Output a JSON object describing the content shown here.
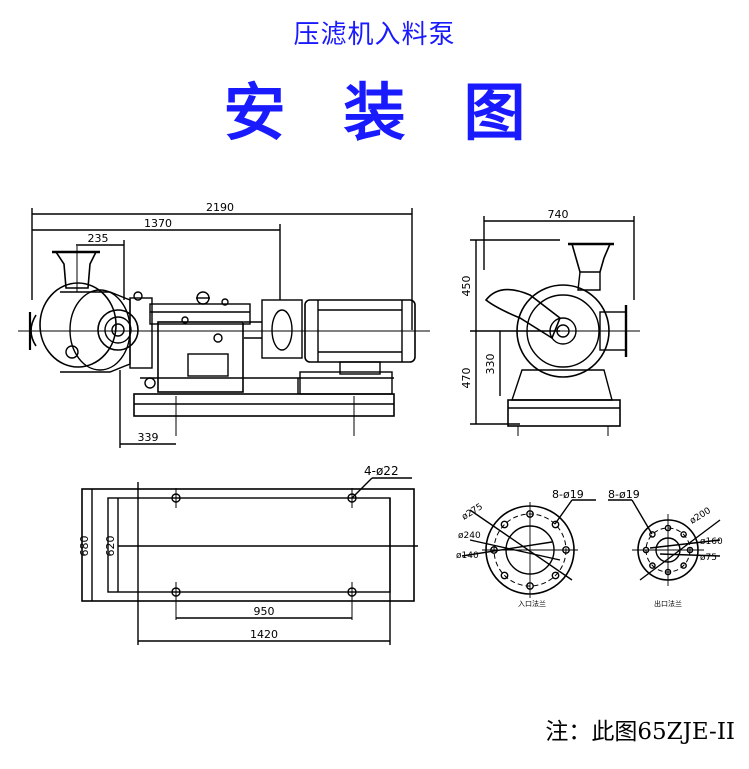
{
  "header": {
    "subtitle": "压滤机入料泵",
    "title": "安装图"
  },
  "side_view": {
    "dim_total_length": "2190",
    "dim_motor_offset": "1370",
    "dim_inlet_offset": "235",
    "dim_base_offset": "339"
  },
  "end_view": {
    "dim_width": "740",
    "dim_upper_height": "450",
    "dim_lower_height": "470",
    "dim_shaft_height": "330"
  },
  "base_plan": {
    "bolt_holes": "4-ø22",
    "dim_base_width": "680",
    "dim_hole_width": "620",
    "dim_hole_spacing": "950",
    "dim_base_length": "1420"
  },
  "inlet_flange": {
    "bolts": "8-ø19",
    "d_outer": "ø275",
    "d_pcd": "ø240",
    "d_bore": "ø140",
    "caption": "入口法兰"
  },
  "outlet_flange": {
    "bolts": "8-ø19",
    "d_outer": "ø200",
    "d_pcd": "ø160",
    "d_bore": "ø75",
    "caption": "出口法兰"
  },
  "footer": {
    "note": "注：此图65ZJE-II"
  }
}
